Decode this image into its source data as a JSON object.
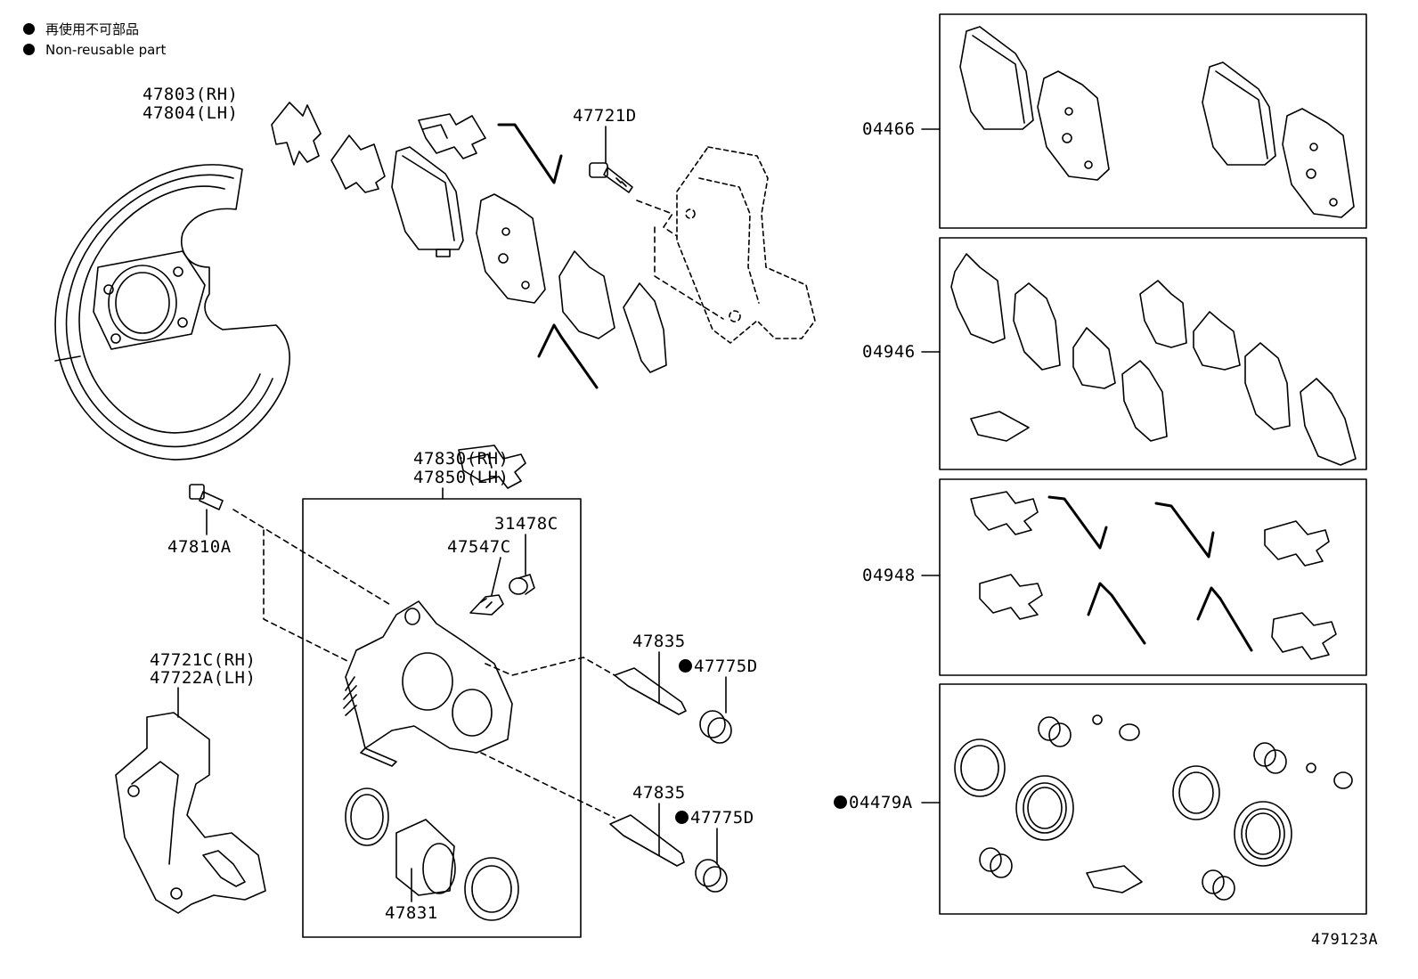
{
  "legend": {
    "item1": "再使用不可部品",
    "item2": "Non-reusable part"
  },
  "labels": {
    "p47803_rh": "47803(RH)",
    "p47804_lh": "47804(LH)",
    "p47721d": "47721D",
    "p47830_rh": "47830(RH)",
    "p47850_lh": "47850(LH)",
    "p31478c": "31478C",
    "p47547c": "47547C",
    "p47810a": "47810A",
    "p47835_a": "47835",
    "p47775d_a": "47775D",
    "p47835_b": "47835",
    "p47775d_b": "47775D",
    "p47721c_rh": "47721C(RH)",
    "p47722a_lh": "47722A(LH)",
    "p47831": "47831",
    "k04466": "04466",
    "k04946": "04946",
    "k04948": "04948",
    "k04479a": "04479A",
    "figure_id": "479123A"
  },
  "non_reusable_marked": [
    "47775D",
    "47775D",
    "04479A"
  ],
  "icons": [
    "dust-shield-icon",
    "brake-pad-icon",
    "pad-shim-icon",
    "anti-rattle-spring-icon",
    "bolt-icon",
    "caliper-bracket-icon",
    "caliper-body-icon",
    "piston-icon",
    "piston-seal-icon",
    "boot-icon",
    "slide-pin-icon",
    "bleeder-plug-icon",
    "bleeder-cap-icon",
    "grease-pack-icon"
  ]
}
